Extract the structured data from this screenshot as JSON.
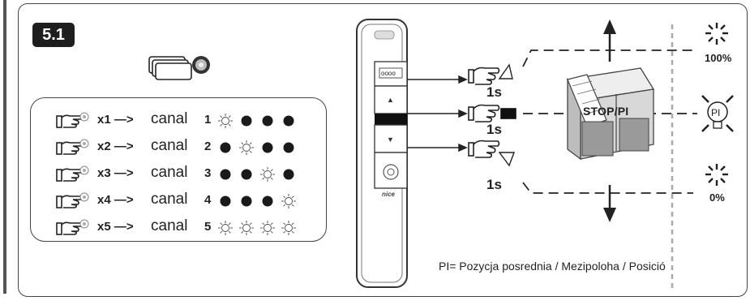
{
  "badge": "5.1",
  "canal_rows": [
    {
      "x": "x1 —>",
      "word": "canal",
      "num": "1",
      "lights": [
        "off",
        "on",
        "on",
        "on"
      ]
    },
    {
      "x": "x2 —>",
      "word": "canal",
      "num": "2",
      "lights": [
        "on",
        "off",
        "on",
        "on"
      ]
    },
    {
      "x": "x3 —>",
      "word": "canal",
      "num": "3",
      "lights": [
        "on",
        "on",
        "off",
        "on"
      ]
    },
    {
      "x": "x4 —>",
      "word": "canal",
      "num": "4",
      "lights": [
        "on",
        "on",
        "on",
        "off"
      ]
    },
    {
      "x": "x5 —>",
      "word": "canal",
      "num": "5",
      "lights": [
        "off",
        "off",
        "off",
        "off"
      ]
    }
  ],
  "press_times": [
    "1s",
    "1s",
    "1s"
  ],
  "stop_label": "STOP/PI",
  "levels": {
    "top": "100%",
    "middle": "PI",
    "bottom": "0%"
  },
  "footnote": "PI= Pozycja posrednia / Mezipoloha / Posició",
  "remote": {
    "display": "oooo",
    "up": "▲",
    "down": "▼",
    "brand": "nice"
  }
}
